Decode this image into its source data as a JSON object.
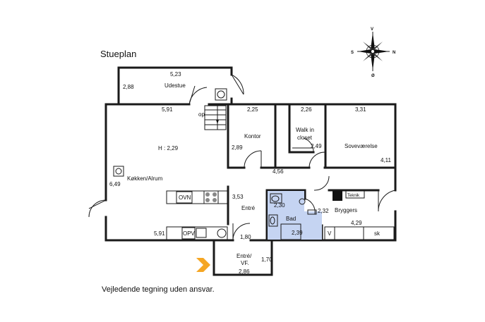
{
  "title": "Stueplan",
  "disclaimer": "Vejledende tegning uden ansvar.",
  "compass": {
    "n": "N",
    "s": "S",
    "v": "V",
    "o": "Ø"
  },
  "rooms": {
    "udestue": "Udestue",
    "kontor": "Kontor",
    "walkin_1": "Walk in",
    "walkin_2": "closet",
    "sovevaerelse": "Soveværelse",
    "kokken": "Køkken/Alrum",
    "entre": "Entré",
    "bad": "Bad",
    "bryggers": "Bryggers",
    "entre_vf_1": "Entré/",
    "entre_vf_2": "VF."
  },
  "labels": {
    "h": "H : 2,29",
    "op": "op",
    "ovn": "OVN",
    "opv": "OPV",
    "teknik": "Teknik",
    "v": "V",
    "sk": "sk"
  },
  "dimensions": {
    "udestue_w": "5,23",
    "udestue_h": "2,88",
    "alrum_top": "5,91",
    "alrum_bottom": "5,91",
    "alrum_h": "6,49",
    "kontor_w": "2,25",
    "kontor_h": "2,89",
    "walkin_w": "2,26",
    "walkin_h": "2,49",
    "sove_w": "3,31",
    "sove_h": "4,11",
    "hall_w": "4,56",
    "entre_h": "3,53",
    "entre_w": "1,80",
    "bad_h": "2,30",
    "bad_w": "2,39",
    "bryg_h": "2,32",
    "bryg_w": "4,29",
    "vf_w": "2,86",
    "vf_h": "1,70"
  }
}
